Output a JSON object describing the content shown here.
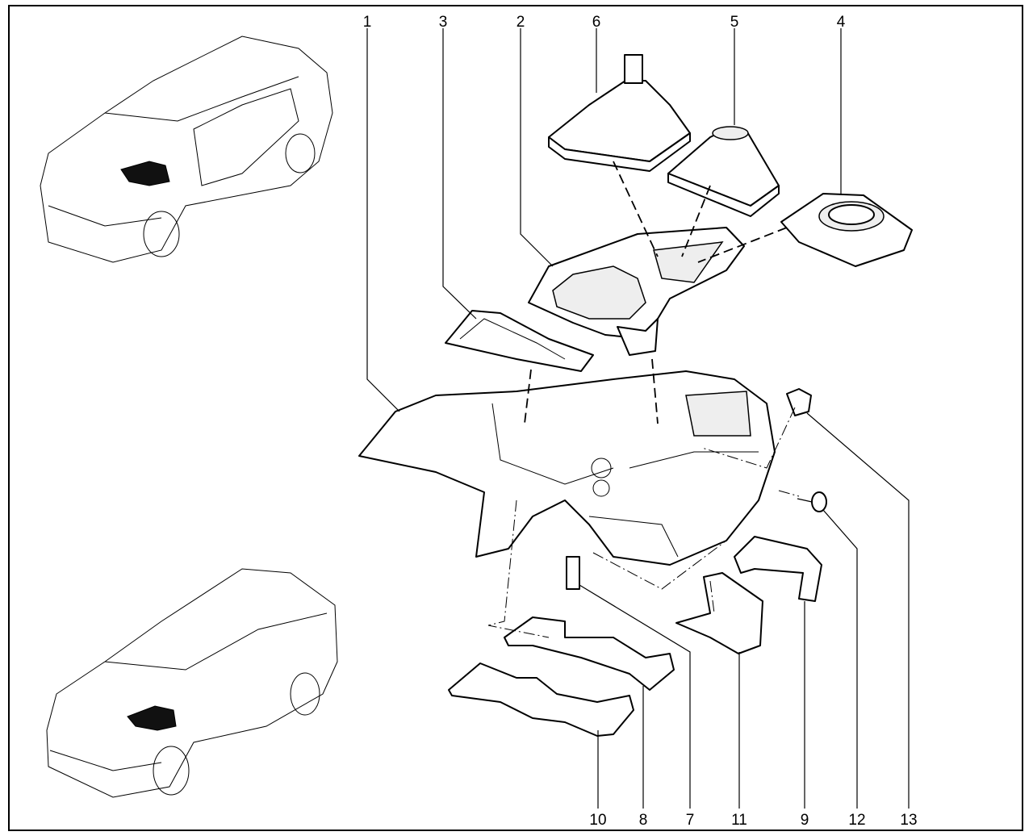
{
  "diagram": {
    "type": "exploded parts diagram",
    "callouts": [
      {
        "id": "1",
        "position": "top"
      },
      {
        "id": "3",
        "position": "top"
      },
      {
        "id": "2",
        "position": "top"
      },
      {
        "id": "6",
        "position": "top"
      },
      {
        "id": "5",
        "position": "top"
      },
      {
        "id": "4",
        "position": "top"
      },
      {
        "id": "10",
        "position": "bottom"
      },
      {
        "id": "8",
        "position": "bottom"
      },
      {
        "id": "7",
        "position": "bottom"
      },
      {
        "id": "11",
        "position": "bottom"
      },
      {
        "id": "9",
        "position": "bottom"
      },
      {
        "id": "12",
        "position": "bottom"
      },
      {
        "id": "13",
        "position": "bottom"
      }
    ]
  }
}
